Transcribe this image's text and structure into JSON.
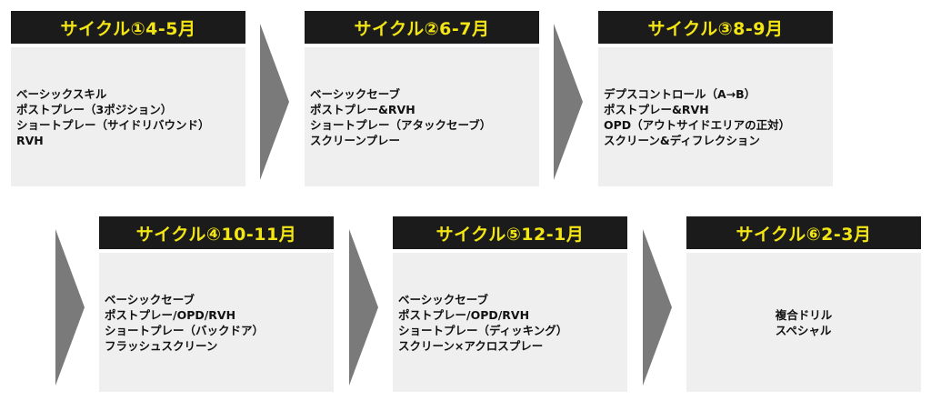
{
  "cycles": [
    {
      "title": "サイクル①4-5月",
      "items": [
        "ベーシックスキル",
        "ポストプレー（3ポジション）",
        "ショートプレー（サイドリバウンド）",
        "RVH"
      ]
    },
    {
      "title": "サイクル②6-7月",
      "items": [
        "ベーシックセーブ",
        "ポストプレー&RVH",
        "ショートプレー（アタックセーブ）",
        "スクリーンプレー"
      ]
    },
    {
      "title": "サイクル③8-9月",
      "items": [
        "デプスコントロール（A→B）",
        "ポストプレー&RVH",
        "OPD（アウトサイドエリアの正対）",
        "スクリーン&ディフレクション"
      ]
    },
    {
      "title": "サイクル④10-11月",
      "items": [
        "ベーシックセーブ",
        "ポストプレー/OPD/RVH",
        "ショートプレー（バックドア）",
        "フラッシュスクリーン"
      ]
    },
    {
      "title": "サイクル⑤12-1月",
      "items": [
        "ベーシックセーブ",
        "ポストプレー/OPD/RVH",
        "ショートプレー（ディッキング）",
        "スクリーン×アクロスプレー"
      ]
    },
    {
      "title": "サイクル⑥2-3月",
      "items": [
        "複合ドリル",
        "スペシャル"
      ]
    }
  ],
  "colors": {
    "header_bg": "#1b1b1b",
    "header_text": "#f3e614",
    "body_bg": "#efefef",
    "arrow": "#7a7a7a"
  }
}
